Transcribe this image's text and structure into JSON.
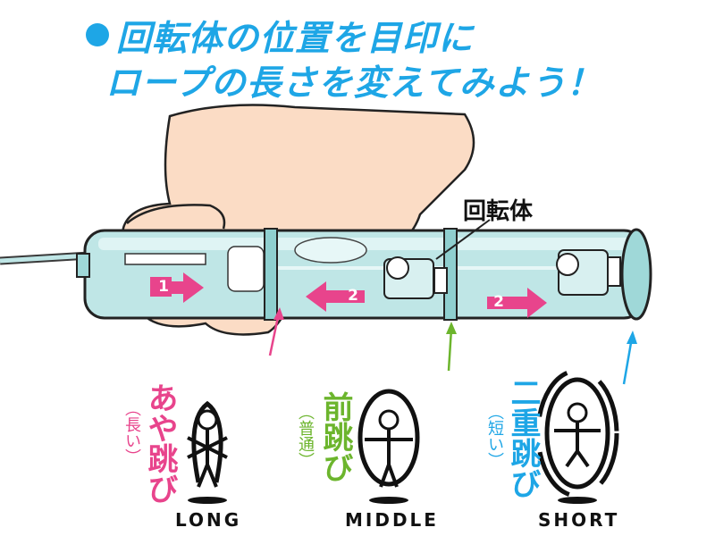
{
  "title": {
    "line1": "回転体の位置を目印に",
    "line2": "ロープの長さを変えてみよう！"
  },
  "rotor_label": "回転体",
  "steps": {
    "step1": "1",
    "step2": "2"
  },
  "modes": [
    {
      "name": "LONG",
      "jump": "あや跳び",
      "length": "（長い）",
      "color": "#e8448c"
    },
    {
      "name": "MIDDLE",
      "jump": "前跳び",
      "length": "（普通）",
      "color": "#6cb52d"
    },
    {
      "name": "SHORT",
      "jump": "二重跳び",
      "length": "（短い）",
      "color": "#1ea6e6"
    }
  ],
  "colors": {
    "accent": "#1ea6e6",
    "pink": "#e8448c",
    "green": "#6cb52d",
    "tube": "#bfe6e6"
  },
  "icons": [
    "bullet-circle-icon",
    "arrow-right-icon",
    "arrow-left-icon",
    "jumper-icon"
  ]
}
